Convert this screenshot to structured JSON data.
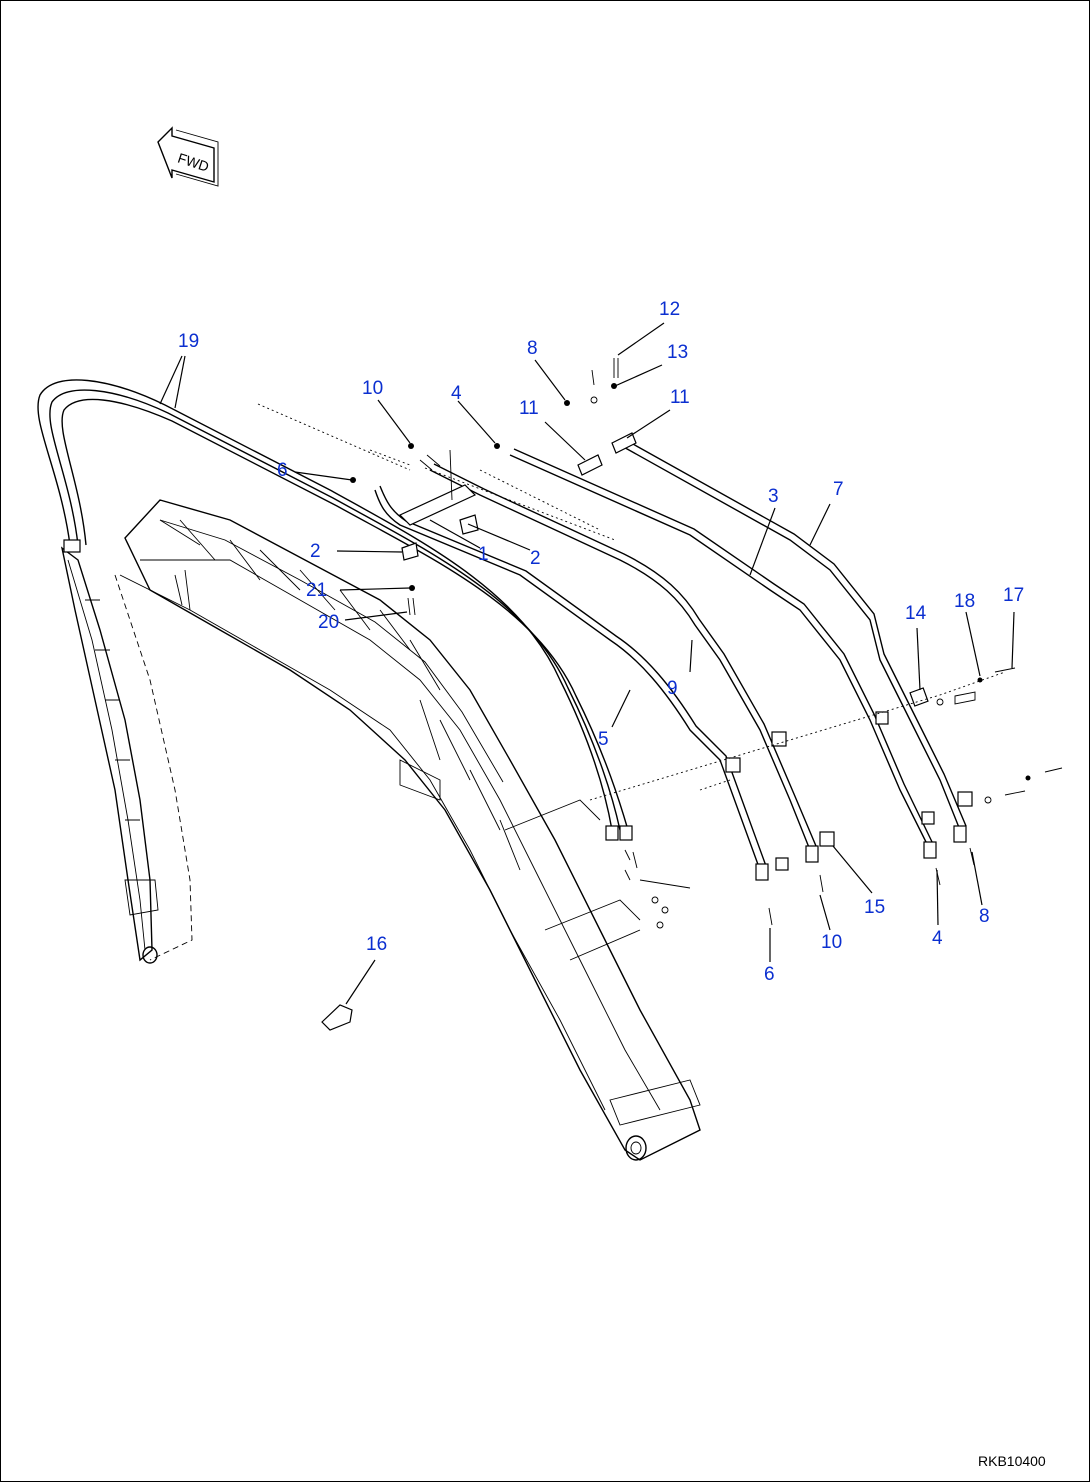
{
  "drawing": {
    "code": "RKB10400",
    "direction_marker": "FWD",
    "callouts": [
      {
        "id": "c-1",
        "label": "1"
      },
      {
        "id": "c-2a",
        "label": "2"
      },
      {
        "id": "c-2b",
        "label": "2"
      },
      {
        "id": "c-3",
        "label": "3"
      },
      {
        "id": "c-4a",
        "label": "4"
      },
      {
        "id": "c-4b",
        "label": "4"
      },
      {
        "id": "c-5",
        "label": "5"
      },
      {
        "id": "c-6a",
        "label": "6"
      },
      {
        "id": "c-6b",
        "label": "6"
      },
      {
        "id": "c-7",
        "label": "7"
      },
      {
        "id": "c-8a",
        "label": "8"
      },
      {
        "id": "c-8b",
        "label": "8"
      },
      {
        "id": "c-9",
        "label": "9"
      },
      {
        "id": "c-10a",
        "label": "10"
      },
      {
        "id": "c-10b",
        "label": "10"
      },
      {
        "id": "c-11a",
        "label": "11"
      },
      {
        "id": "c-11b",
        "label": "11"
      },
      {
        "id": "c-12",
        "label": "12"
      },
      {
        "id": "c-13",
        "label": "13"
      },
      {
        "id": "c-14",
        "label": "14"
      },
      {
        "id": "c-15",
        "label": "15"
      },
      {
        "id": "c-16",
        "label": "16"
      },
      {
        "id": "c-17",
        "label": "17"
      },
      {
        "id": "c-18",
        "label": "18"
      },
      {
        "id": "c-19",
        "label": "19"
      },
      {
        "id": "c-20",
        "label": "20"
      },
      {
        "id": "c-21",
        "label": "21"
      }
    ]
  },
  "colors": {
    "callout_text": "#0b2fd0",
    "line_art": "#000000",
    "background": "#ffffff"
  }
}
